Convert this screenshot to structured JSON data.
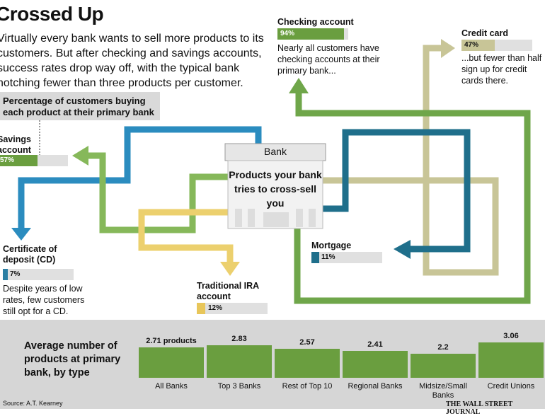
{
  "title": "Crossed Up",
  "intro": "Virtually every bank wants to sell more products to its customers. But after checking and savings accounts, success rates drop way off, with the typical bank notching fewer than three products per customer.",
  "pct_box": "Percentage of customers buying each product at their primary bank",
  "bank": {
    "name": "Bank",
    "text": "Products your bank tries to cross-sell you"
  },
  "products": [
    {
      "name": "Checking account",
      "value": "94%",
      "pct": 94,
      "color": "#6a9e3f",
      "note": "Nearly all customers have checking accounts at their primary bank..."
    },
    {
      "name": "Credit card",
      "value": "47%",
      "pct": 47,
      "color": "#c8c597",
      "note": "...but fewer than half sign up for credit cards there."
    },
    {
      "name": "Savings account",
      "value": "57%",
      "pct": 57,
      "color": "#6a9e3f",
      "note": ""
    },
    {
      "name": "Certificate of deposit (CD)",
      "value": "7%",
      "pct": 7,
      "color": "#2b7fa3",
      "note": "Despite years of low rates, few customers still opt for a CD."
    },
    {
      "name": "Mortgage",
      "value": "11%",
      "pct": 11,
      "color": "#1f6f8b",
      "note": ""
    },
    {
      "name": "Traditional IRA account",
      "value": "12%",
      "pct": 12,
      "color": "#e8c65a",
      "note": ""
    }
  ],
  "chart_data": {
    "type": "bar",
    "title": "Average number of products at primary bank, by type",
    "categories": [
      "All Banks",
      "Top 3 Banks",
      "Rest of Top 10",
      "Regional Banks",
      "Midsize/Small Banks",
      "Credit Unions"
    ],
    "values": [
      2.71,
      2.83,
      2.57,
      2.41,
      2.2,
      3.06
    ],
    "value_labels": [
      "2.71 products",
      "2.83",
      "2.57",
      "2.41",
      "2.2",
      "3.06"
    ],
    "color": "#6a9e3f"
  },
  "source": "Source: A.T. Kearney",
  "credit": "THE WALL STREET JOURNAL"
}
